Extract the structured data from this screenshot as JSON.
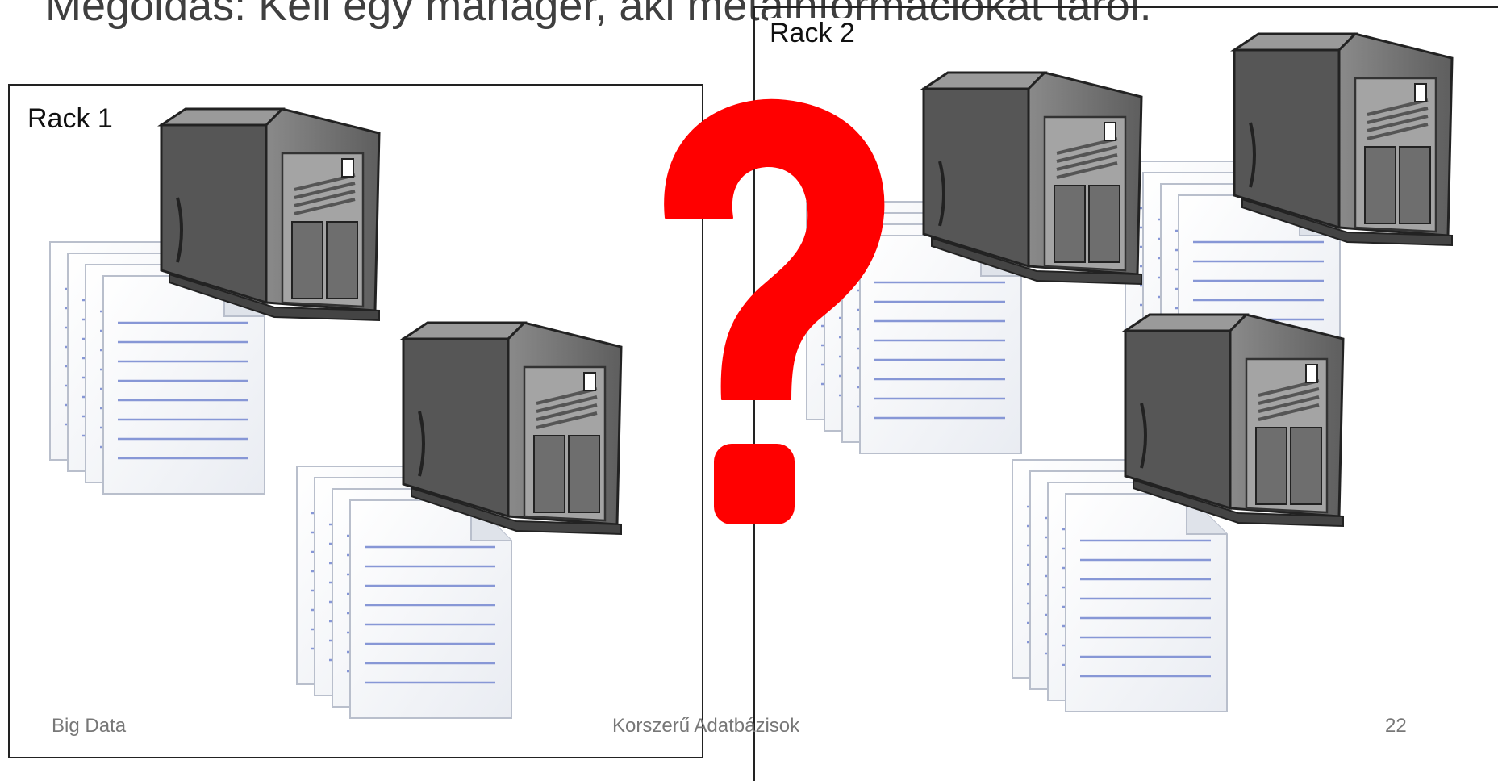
{
  "slide": {
    "title": "Megoldás: Kell egy manager, aki metainformációkat tárol.",
    "racks": [
      {
        "label": "Rack 1"
      },
      {
        "label": "Rack 2"
      }
    ],
    "footer": {
      "left": "Big Data",
      "center": "Korszerű Adatbázisok",
      "page_number": "22"
    },
    "colors": {
      "question_mark": "#ff0000",
      "server_body": "#6f6f6f",
      "document_lines": "#8797d6",
      "border": "#222222"
    },
    "icons": [
      "server-icon",
      "document-stack-icon",
      "question-mark-icon"
    ]
  }
}
